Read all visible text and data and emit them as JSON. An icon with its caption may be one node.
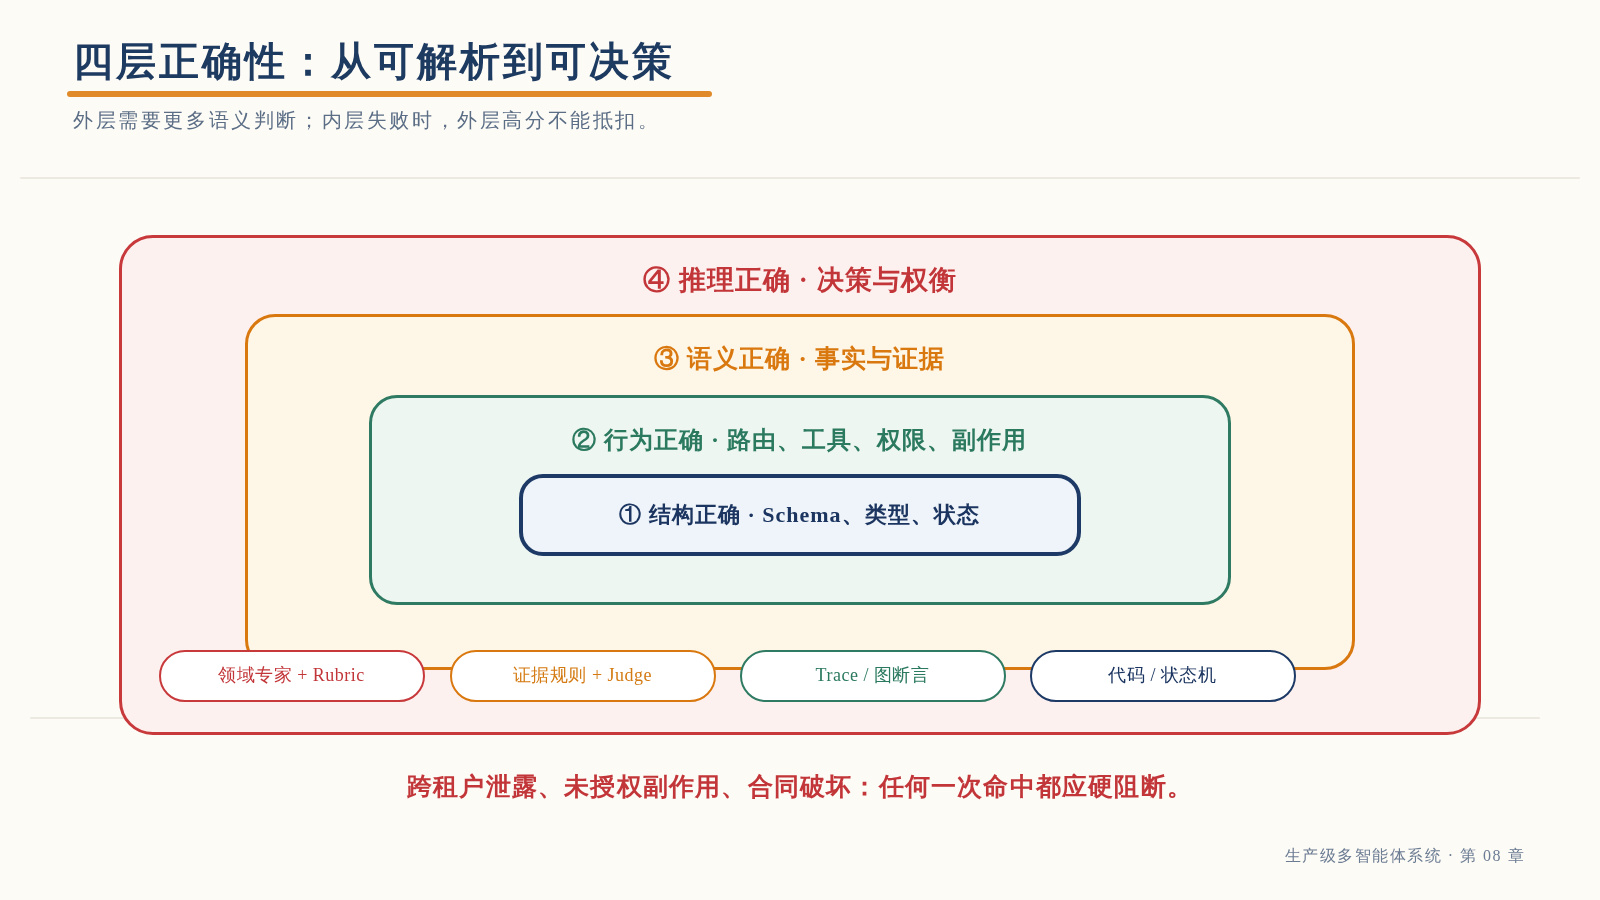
{
  "diagram": {
    "title": "四层正确性：从可解析到可决策",
    "nodes": [
      {
        "text": [
          "④ 推理正确 · 决策与权衡"
        ]
      },
      {
        "text": [
          "③ 语义正确 · 事实与证据"
        ],
        "in": 0
      },
      {
        "text": [
          "② 行为正确 · 路由、工具、权限、副作用"
        ],
        "in": 1
      },
      {
        "text": [
          "① 结构正确 · Schema、类型、状态"
        ],
        "in": 2
      },
      {
        "text": [
          "领域专家 + Rubric"
        ],
        "in": 0
      },
      {
        "text": [
          "证据规则 + Judge"
        ],
        "in": 0
      },
      {
        "text": [
          "Trace / 图断言"
        ],
        "in": 0
      },
      {
        "text": [
          "代码 / 状态机"
        ],
        "in": 0
      }
    ],
    "labels": [
      "外层需要更多语义判断；内层失败时，外层高分不能抵扣。",
      "跨租户泄露、未授权副作用、合同破坏：任何一次命中都应硬阻断。",
      "生产级多智能体系统 · 第 08 章"
    ]
  }
}
